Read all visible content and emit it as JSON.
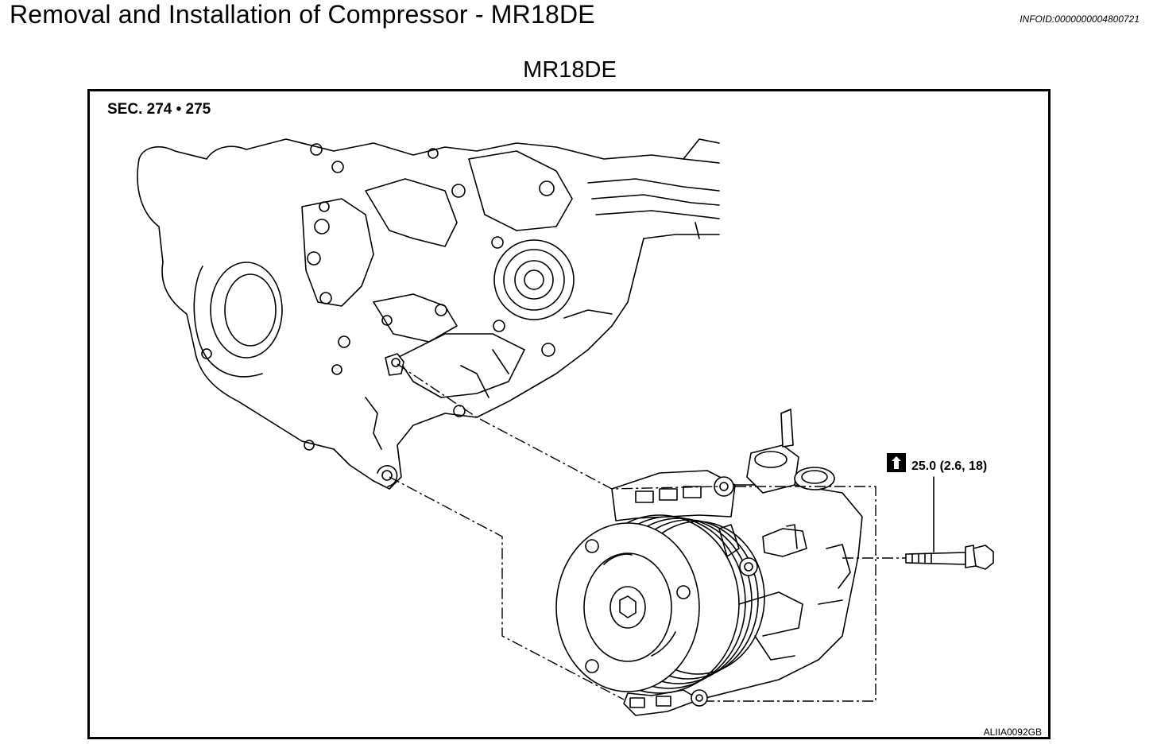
{
  "header": {
    "title": "Removal and Installation of Compressor - MR18DE",
    "info_id": "INFOID:0000000004800721"
  },
  "figure": {
    "heading": "MR18DE",
    "section": "SEC. 274 • 275",
    "torque_spec": "25.0 (2.6, 18)",
    "code": "ALIIA0092GB",
    "icons": {
      "torque": "torque-wrench-icon"
    }
  }
}
